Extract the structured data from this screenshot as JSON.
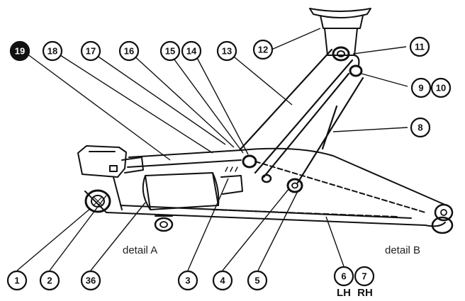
{
  "callouts": [
    {
      "id": "c19",
      "label": "19"
    },
    {
      "id": "c18",
      "label": "18"
    },
    {
      "id": "c17",
      "label": "17"
    },
    {
      "id": "c16",
      "label": "16"
    },
    {
      "id": "c15",
      "label": "15"
    },
    {
      "id": "c14",
      "label": "14"
    },
    {
      "id": "c13",
      "label": "13"
    },
    {
      "id": "c12",
      "label": "12"
    },
    {
      "id": "c11",
      "label": "11"
    },
    {
      "id": "c9",
      "label": "9"
    },
    {
      "id": "c10",
      "label": "10"
    },
    {
      "id": "c8",
      "label": "8"
    },
    {
      "id": "c1",
      "label": "1"
    },
    {
      "id": "c2",
      "label": "2"
    },
    {
      "id": "c36",
      "label": "36"
    },
    {
      "id": "c3",
      "label": "3"
    },
    {
      "id": "c4",
      "label": "4"
    },
    {
      "id": "c5",
      "label": "5"
    },
    {
      "id": "c6",
      "label": "6"
    },
    {
      "id": "c7",
      "label": "7"
    }
  ],
  "labels": {
    "detail_a": "detail A",
    "detail_b": "detail B",
    "lh": "LH",
    "rh": "RH"
  }
}
